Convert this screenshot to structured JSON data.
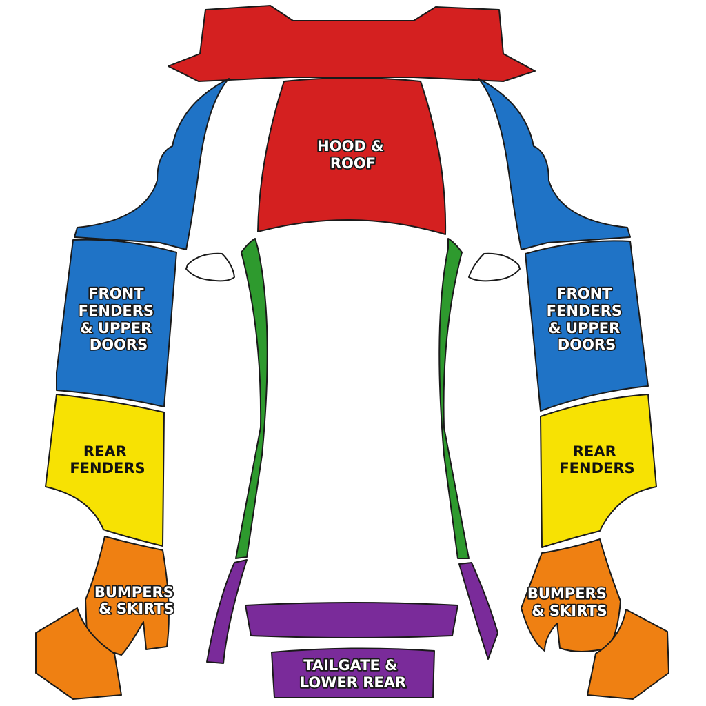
{
  "labels": {
    "hood_roof": [
      "HOOD &",
      "ROOF"
    ],
    "front_fenders": [
      "FRONT",
      "FENDERS",
      "& UPPER",
      "DOORS"
    ],
    "rear_fenders": [
      "REAR",
      "FENDERS"
    ],
    "bumpers_skirts": [
      "BUMPERS",
      "& SKIRTS"
    ],
    "tailgate": [
      "TAILGATE &",
      "LOWER REAR"
    ]
  },
  "colors": {
    "hood_roof": "#d42020",
    "front_fenders": "#1f73c6",
    "rear_fenders": "#f7e203",
    "bumpers_skirts": "#ef8012",
    "pillars": "#2e9a2e",
    "tailgate": "#7a2b9a",
    "mirrors": "#ffffff"
  }
}
